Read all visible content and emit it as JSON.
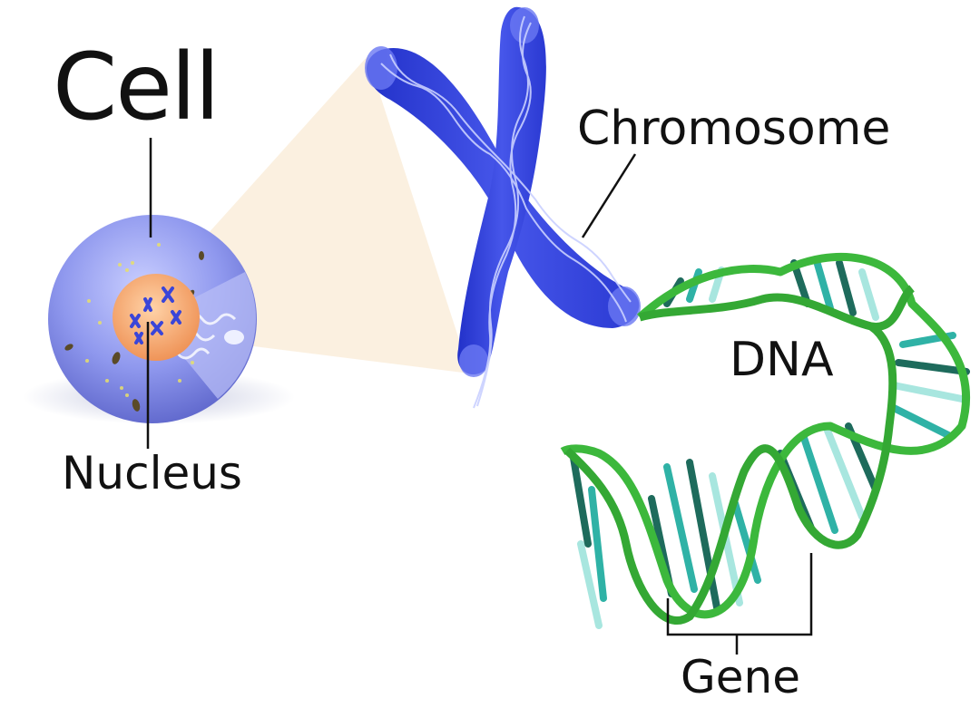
{
  "labels": {
    "cell": "Cell",
    "chromosome": "Chromosome",
    "dna": "DNA",
    "nucleus": "Nucleus",
    "gene": "Gene"
  },
  "colors": {
    "cell_body": "#8a93e6",
    "nucleus": "#f3a56e",
    "chromosome": "#3344d8",
    "dna_backbone": "#3cb83c",
    "dna_base_dark": "#1e6b5c",
    "dna_base_teal": "#2fb2a6",
    "dna_base_light": "#a8e6df",
    "zoom_cone": "#fbeedd",
    "leader_line": "#111111"
  }
}
